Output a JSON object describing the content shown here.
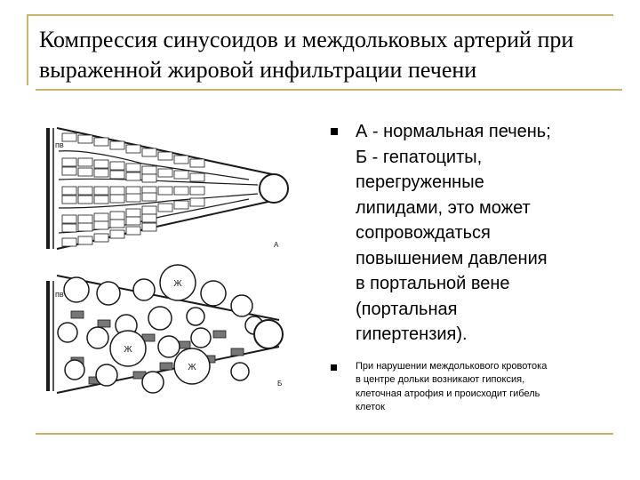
{
  "slide": {
    "title_lines": [
      "Компрессия синусоидов и междольковых артерий при",
      "выраженной жировой инфильтрации печени"
    ],
    "bullets": [
      {
        "lines": [
          "А - нормальная печень;",
          "Б - гепатоциты,",
          "перегруженные",
          "липидами, это может",
          "сопровождаться",
          "повышением давления",
          "в портальной вене",
          "(портальная",
          "гипертензия)."
        ]
      },
      {
        "lines": [
          "При нарушении междолькового кровотока",
          "в центре дольки возникают гипоксия,",
          "клеточная атрофия и происходит гибель",
          "клеток"
        ]
      }
    ],
    "figure": {
      "panel_a": {
        "label_pv": "пв",
        "label_letter": "А"
      },
      "panel_b": {
        "label_pv": "пв",
        "label_letter": "Б",
        "fat_mark": "Ж"
      }
    },
    "colors": {
      "accent": "#c8b46e",
      "ink": "#1a1a1a"
    }
  }
}
